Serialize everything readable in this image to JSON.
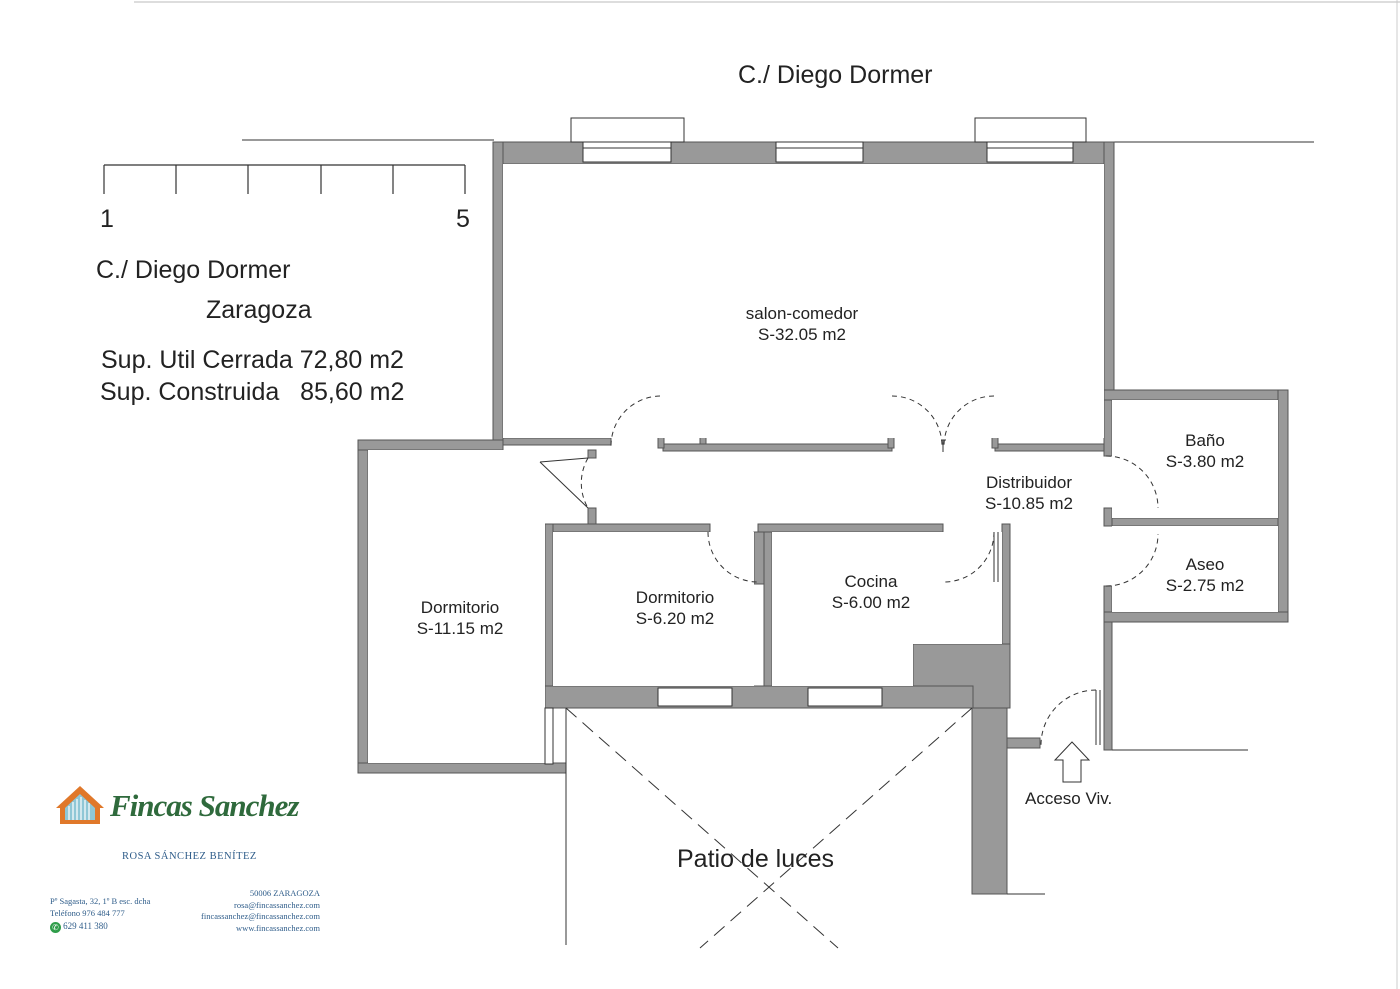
{
  "street_top": "C./ Diego Dormer",
  "address": {
    "street": "C./ Diego Dormer",
    "city": "Zaragoza"
  },
  "surface": {
    "util": "Sup. Util Cerrada 72,80 m2",
    "construida": "Sup. Construida   85,60 m2"
  },
  "scale": {
    "start": "1",
    "end": "5",
    "ticks": 6
  },
  "rooms": [
    {
      "id": "salon",
      "name": "salon-comedor",
      "area": "S-32.05 m2"
    },
    {
      "id": "bano",
      "name": "Baño",
      "area": "S-3.80 m2"
    },
    {
      "id": "distribuidor",
      "name": "Distribuidor",
      "area": "S-10.85 m2"
    },
    {
      "id": "aseo",
      "name": "Aseo",
      "area": "S-2.75 m2"
    },
    {
      "id": "cocina",
      "name": "Cocina",
      "area": "S-6.00 m2"
    },
    {
      "id": "dormitorio1",
      "name": "Dormitorio",
      "area": "S-6.20 m2"
    },
    {
      "id": "dormitorio2",
      "name": "Dormitorio",
      "area": "S-11.15 m2"
    }
  ],
  "patio": "Patio de luces",
  "entrance": "Acceso Viv.",
  "card": {
    "brand": "Fincas Sanchez",
    "owner": "ROSA SÁNCHEZ BENÍTEZ",
    "address_line": "Pº Sagasta, 32, 1º B esc. dcha",
    "phone": "Teléfono 976 484 777",
    "whatsapp": "629 411 380",
    "zip_city": "50006 ZARAGOZA",
    "email1": "rosa@fincassanchez.com",
    "email2": "fincassanchez@fincassanchez.com",
    "web": "www.fincassanchez.com",
    "brand_color": "#2f6a3c",
    "logo_color": "#e0782a",
    "contact_color": "#2f5d8a"
  },
  "colors": {
    "wall_fill": "#999999",
    "wall_stroke": "#555555",
    "line": "#222222"
  }
}
